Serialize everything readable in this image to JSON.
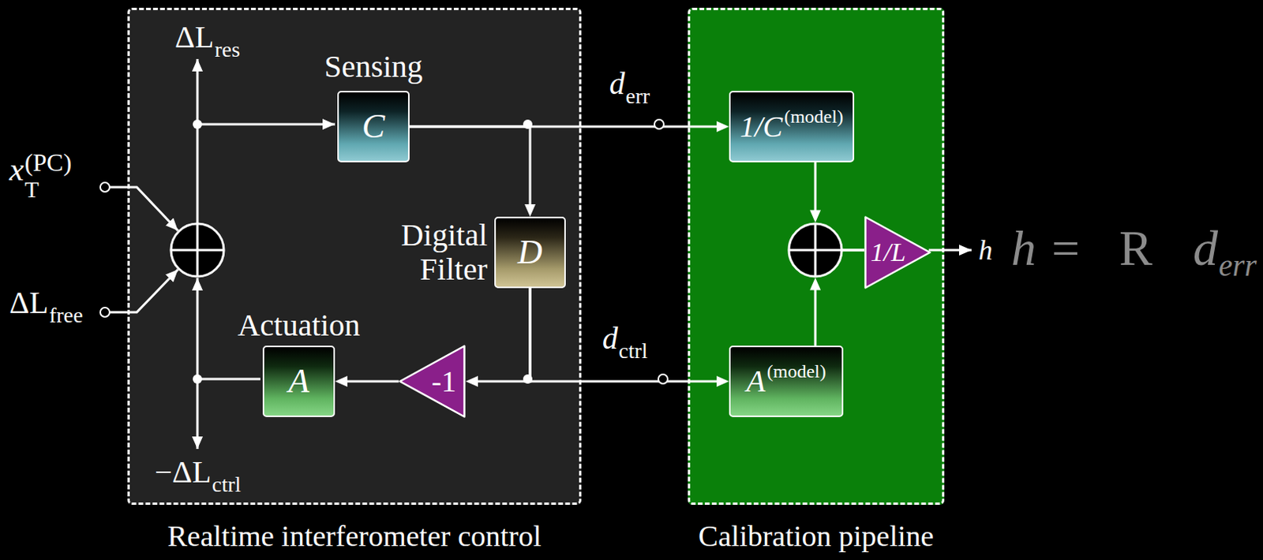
{
  "diagram": {
    "nodes": [
      {
        "text": [
          "Realtime interferometer control"
        ]
      },
      {
        "text": [
          "Sensing",
          "C"
        ],
        "in": 0
      },
      {
        "text": [
          "Digital Filter",
          "D"
        ],
        "in": 0
      },
      {
        "text": [
          "Actuation",
          "A"
        ],
        "in": 0
      },
      {
        "text": [
          "-1"
        ],
        "in": 0
      },
      {
        "text": [
          "Calibration pipeline"
        ]
      },
      {
        "text": [
          "1/C",
          "(model)"
        ],
        "in": 5
      },
      {
        "text": [
          "A",
          "(model)"
        ],
        "in": 5
      },
      {
        "text": [
          "1/L"
        ],
        "in": 5
      }
    ],
    "edges": [
      {
        "from": 1,
        "to": 2,
        "arrow": "to"
      },
      {
        "from": 1,
        "to": 6,
        "arrow": "to"
      },
      {
        "from": 2,
        "to": 4,
        "arrow": "to"
      },
      {
        "from": 2,
        "to": 7,
        "arrow": "to"
      },
      {
        "from": 4,
        "to": 3,
        "arrow": "to"
      },
      {
        "from": 6,
        "to": 8,
        "arrow": "to"
      },
      {
        "from": 7,
        "to": 8,
        "arrow": "to"
      }
    ],
    "labels": [
      "ΔL",
      "res",
      "d",
      "err",
      "x",
      "T",
      "(PC)",
      "h",
      "h =",
      "R",
      "d",
      "err",
      "ΔL",
      "free",
      "d",
      "ctrl",
      "−ΔL",
      "ctrl"
    ]
  }
}
